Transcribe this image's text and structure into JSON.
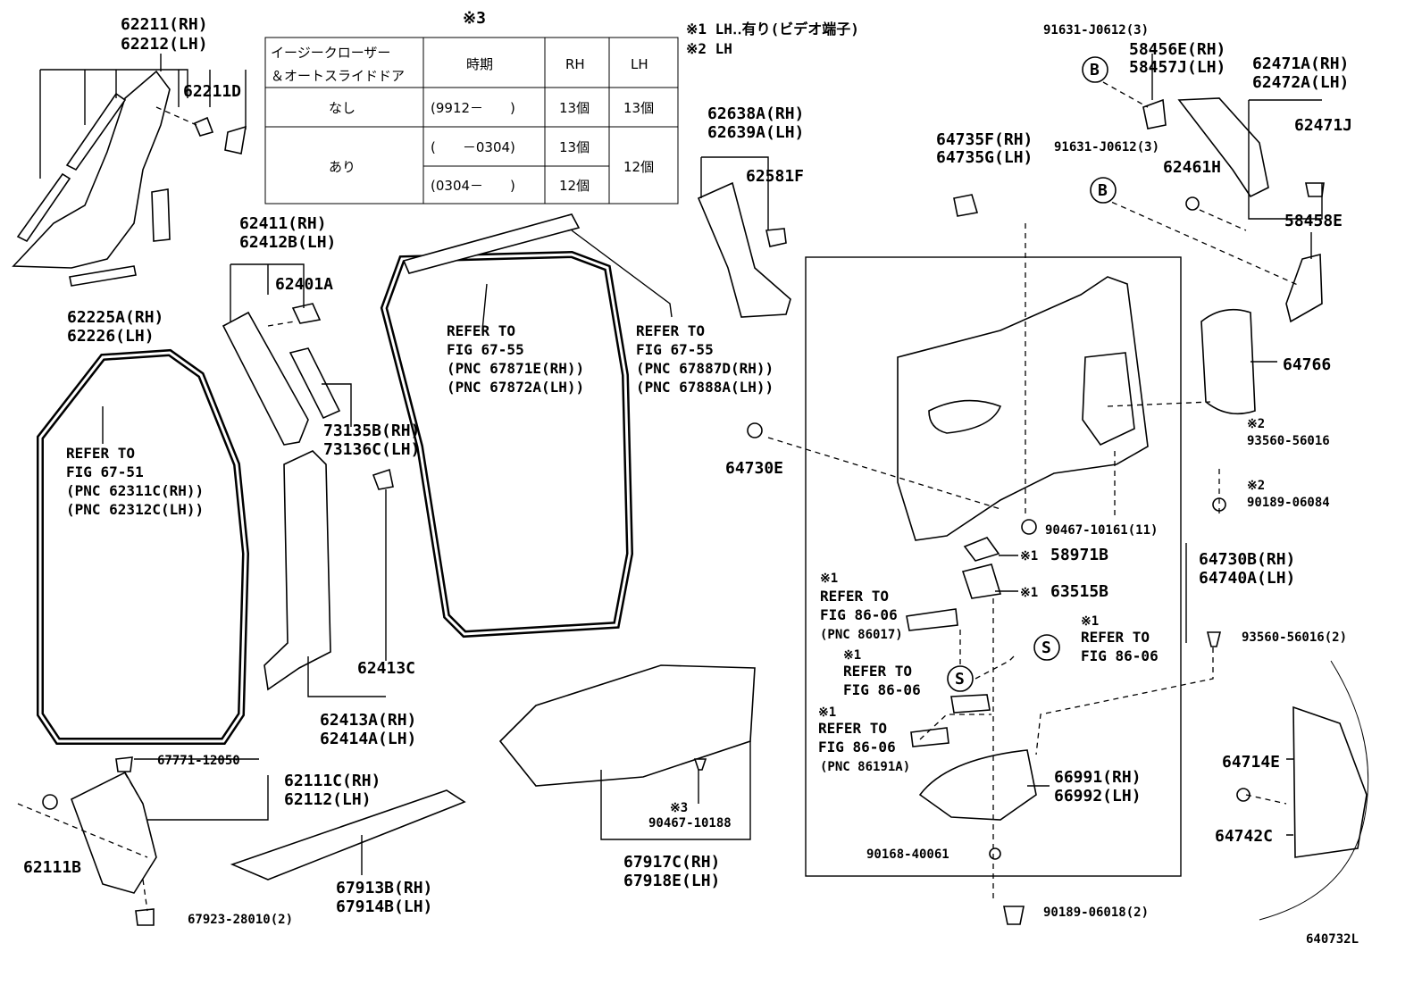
{
  "diagram_id": "640732L",
  "notes": {
    "n1": "※1 LH‥有り(ビデオ端子)",
    "n2": "※2 LH",
    "n3": "※3"
  },
  "table": {
    "header": [
      "イージークローザー&オートスライドドア",
      "時期",
      "RH",
      "LH"
    ],
    "header_line1": "イージークローザー",
    "header_line2": "＆オートスライドドア",
    "rows": [
      {
        "option": "なし",
        "period": "(9912－　　)",
        "rh": "13個",
        "lh": "13個"
      },
      {
        "option": "あり",
        "period": "(　　－0304)",
        "rh": "13個",
        "lh": "12個"
      },
      {
        "option": "",
        "period": "(0304－　　)",
        "rh": "12個",
        "lh": ""
      }
    ]
  },
  "labels": {
    "l01": "62211(RH)",
    "l02": "62212(LH)",
    "l03": "62211D",
    "l04": "62225A(RH)",
    "l05": "62226(LH)",
    "l06": "62411(RH)",
    "l07": "62412B(LH)",
    "l08": "62401A",
    "l09": "73135B(RH)",
    "l10": "73136C(LH)",
    "l11": "62413C",
    "l12": "62413A(RH)",
    "l13": "62414A(LH)",
    "l14": "67771-12050",
    "l15": "62111C(RH)",
    "l16": "62112(LH)",
    "l17": "62111B",
    "l18": "67923-28010(2)",
    "l19": "67913B(RH)",
    "l20": "67914B(LH)",
    "l21": "※3",
    "l22": "90467-10188",
    "l23": "67917C(RH)",
    "l24": "67918E(LH)",
    "l25": "62638A(RH)",
    "l26": "62639A(LH)",
    "l27": "62581F",
    "l28": "64735F(RH)",
    "l29": "64735G(LH)",
    "l30": "64730E",
    "l31": "91631-J0612(3)",
    "l32": "58456E(RH)",
    "l33": "58457J(LH)",
    "l34": "62471A(RH)",
    "l35": "62472A(LH)",
    "l36": "62471J",
    "l37": "91631-J0612(3)",
    "l38": "62461H",
    "l39": "58458E",
    "l40": "64766",
    "l41": "※2",
    "l42": "93560-56016",
    "l43": "※2",
    "l44": "90189-06084",
    "l45": "90467-10161(11)",
    "l46": "※1",
    "l47": "58971B",
    "l48": "※1",
    "l49": "63515B",
    "l50": "64730B(RH)",
    "l51": "64740A(LH)",
    "l52": "93560-56016(2)",
    "l53": "64714E",
    "l54": "64742C",
    "l55": "66991(RH)",
    "l56": "66992(LH)",
    "l57": "90168-40061",
    "l58": "90189-06018(2)",
    "bB1": "B",
    "bB2": "B",
    "bS1": "S",
    "bS2": "S"
  },
  "refs": {
    "r1": [
      "REFER TO",
      "FIG 67-51",
      "(PNC 62311C(RH))",
      "(PNC 62312C(LH))"
    ],
    "r2": [
      "REFER TO",
      "FIG 67-55",
      "(PNC 67871E(RH))",
      "(PNC 67872A(LH))"
    ],
    "r3": [
      "REFER TO",
      "FIG 67-55",
      "(PNC 67887D(RH))",
      "(PNC 67888A(LH))"
    ],
    "r4": [
      "※1",
      "REFER TO",
      "FIG 86-06",
      "(PNC 86017)"
    ],
    "r5": [
      "※1",
      "REFER TO",
      "FIG 86-06"
    ],
    "r6": [
      "※1",
      "REFER TO",
      "FIG 86-06"
    ],
    "r7": [
      "※1",
      "REFER TO",
      "FIG 86-06",
      "(PNC 86191A)"
    ]
  }
}
